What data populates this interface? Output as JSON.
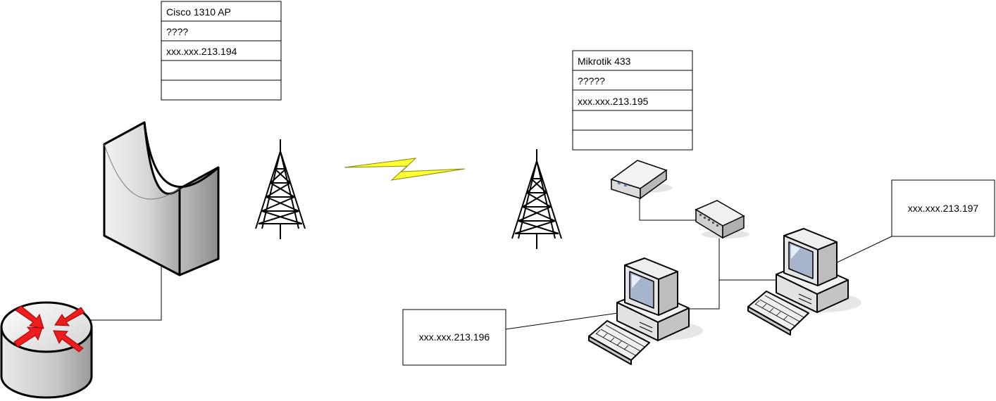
{
  "ap_box": {
    "rows": [
      "Cisco 1310 AP",
      "????",
      "xxx.xxx.213.194",
      "",
      ""
    ]
  },
  "mikrotik_box": {
    "rows": [
      "Mikrotik 433",
      "?????",
      "xxx.xxx.213.195",
      "",
      ""
    ]
  },
  "pc_left_label": "xxx.xxx.213.196",
  "pc_right_label": "xxx.xxx.213.197",
  "colors": {
    "lightning": "#ffff33",
    "router_arrows": "#ee1c1c",
    "device_gray": "#d8d8d8",
    "screen_blue": "#a6b4cc"
  },
  "icons": [
    "router-icon",
    "parabolic-antenna-icon",
    "radio-tower-icon",
    "lightning-icon",
    "network-device-icon",
    "switch-hub-icon",
    "desktop-pc-icon"
  ]
}
